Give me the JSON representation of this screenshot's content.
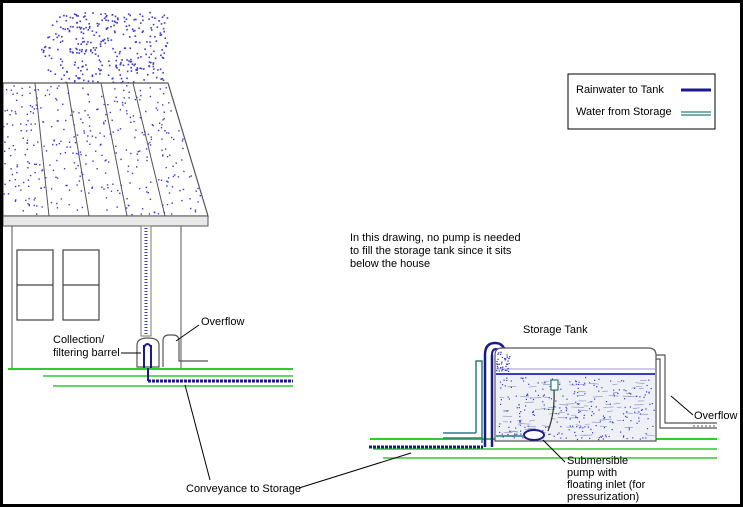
{
  "legend": {
    "rainwater_label": "Rainwater to Tank",
    "storage_label": "Water from Storage",
    "rainwater_color": "#1a1a8c",
    "storage_color": "#2f7d7d"
  },
  "labels": {
    "note_line1": "In this drawing, no pump is needed",
    "note_line2": "to fill the storage tank since it sits",
    "note_line3": "below the house",
    "overflow_house": "Overflow",
    "collection_line1": "Collection/",
    "collection_line2": "filtering barrel",
    "storage_tank": "Storage Tank",
    "overflow_tank": "Overflow",
    "pump_line1": "Submersible",
    "pump_line2": "pump with",
    "pump_line3": "floating inlet (for",
    "pump_line4": "pressurization)",
    "conveyance": "Conveyance to Storage"
  },
  "colors": {
    "ground": "#2ecc2e",
    "rain": "#3a3acc",
    "pipe_blue": "#1a1a8c",
    "pipe_teal": "#2f7d7d"
  }
}
